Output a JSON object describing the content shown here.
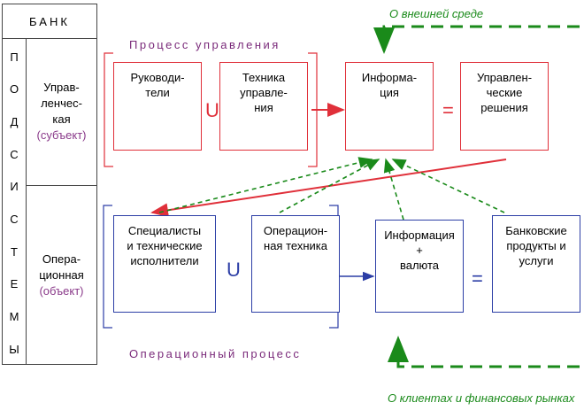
{
  "bank": {
    "title": "БАНК",
    "vertical_letters": [
      "П",
      "О",
      "Д",
      "С",
      "И",
      "С",
      "Т",
      "Е",
      "М",
      "Ы"
    ],
    "subject": {
      "line1": "Управ-",
      "line2": "ленчес-",
      "line3": "кая",
      "role": "(субъект)"
    },
    "object": {
      "line1": "Опера-",
      "line2": "ционная",
      "role": "(объект)"
    }
  },
  "top": {
    "title": "Процесс  управления",
    "external_label": "О внешней среде",
    "boxes": {
      "managers": [
        "Руководи-",
        "тели"
      ],
      "technique": [
        "Техника",
        "управле-",
        "ния"
      ],
      "info": [
        "Информа-",
        "ция"
      ],
      "decisions": [
        "Управлен-",
        "ческие",
        "решения"
      ]
    },
    "union": "U",
    "equals": "="
  },
  "bottom": {
    "title": "Операционный  процесс",
    "external_label": "О клиентах и финансовых рынках",
    "boxes": {
      "specialists": [
        "Специалисты",
        "и технические",
        "исполнители"
      ],
      "op_tech": [
        "Операцион-",
        "ная техника"
      ],
      "info_currency": [
        "Информация",
        "+",
        "валюта"
      ],
      "products": [
        "Банковские",
        "продукты и",
        "услуги"
      ]
    },
    "union": "U",
    "equals": "="
  },
  "colors": {
    "red": "#e0303a",
    "blue": "#2c3ea6",
    "green": "#1a8a1a",
    "purple": "#7a2a7a"
  }
}
